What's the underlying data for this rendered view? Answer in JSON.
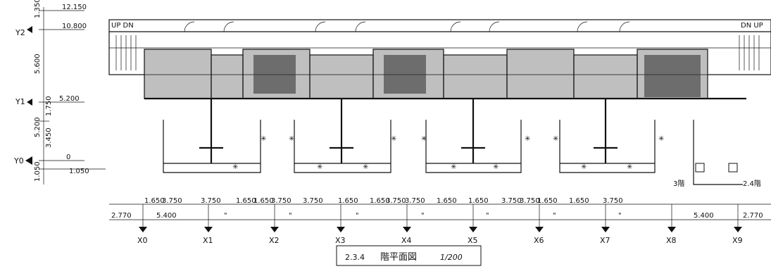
{
  "caption": {
    "number": "2.3.4",
    "title": "階平面図",
    "scale": "1/200"
  },
  "levels": {
    "top": "12.150",
    "y2": "10.800",
    "y1": "5.200",
    "y0": "0",
    "bottom": "1.050"
  },
  "vertical_dims": [
    "1.350",
    "5.600",
    "1.750",
    "5.200",
    "3.450",
    "1.050"
  ],
  "y_axes": [
    "Y2",
    "Y1",
    "Y0"
  ],
  "x_axes": [
    "X0",
    "X1",
    "X2",
    "X3",
    "X4",
    "X5",
    "X6",
    "X7",
    "X8",
    "X9"
  ],
  "horizontal_dims_upper": [
    "1.650",
    "3.750",
    "3.750",
    "1.650",
    "1.650",
    "3.750",
    "3.750",
    "1.650",
    "1.650",
    "3.750",
    "3.750",
    "1.650",
    "1.650",
    "3.750",
    "3.750",
    "1.650",
    "1.650",
    "3.750"
  ],
  "horizontal_dims_lower": [
    "2.770",
    "5.400",
    "\"",
    "\"",
    "\"",
    "\"",
    "\"",
    "\"",
    "\"",
    "5.400",
    "2.770"
  ],
  "stair_labels": {
    "left": "UP DN",
    "right": "DN UP"
  },
  "floor_notes": {
    "third_floor": "3階",
    "fourth_floor": "2.4階"
  }
}
